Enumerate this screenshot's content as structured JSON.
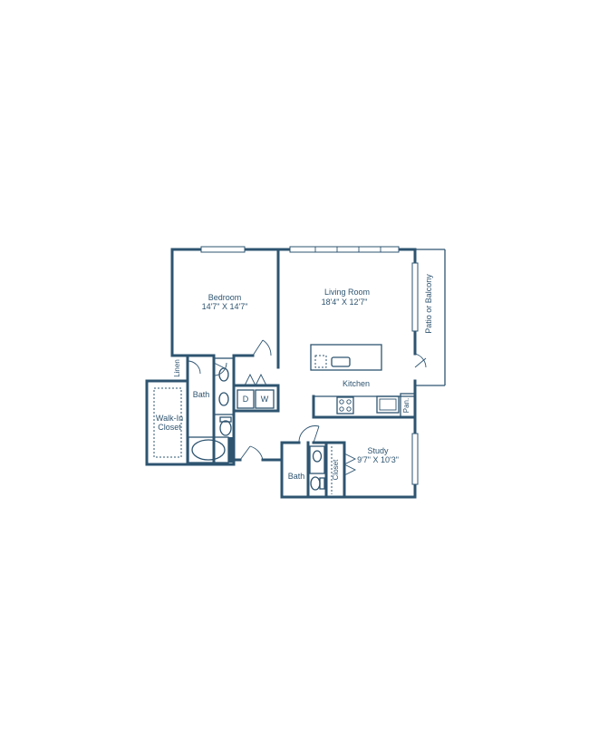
{
  "rooms": {
    "bedroom": {
      "name": "Bedroom",
      "dims": "14'7\" X 14'7\""
    },
    "living": {
      "name": "Living Room",
      "dims": "18'4\" X 12'7\""
    },
    "patio": {
      "name": "Patio or Balcony"
    },
    "kitchen": {
      "name": "Kitchen"
    },
    "bath_main": {
      "name": "Bath"
    },
    "walkin": {
      "name_line1": "Walk-In",
      "name_line2": "Closet"
    },
    "linen": {
      "name": "Linen"
    },
    "dryer": {
      "name": "D"
    },
    "washer": {
      "name": "W"
    },
    "pantry": {
      "name": "Pan."
    },
    "study": {
      "name": "Study",
      "dims": "9'7\" X 10'3\""
    },
    "bath_study": {
      "name": "Bath"
    },
    "closet_study": {
      "name": "Closet"
    }
  },
  "colors": {
    "line": "#2e5470",
    "background": "#ffffff"
  }
}
